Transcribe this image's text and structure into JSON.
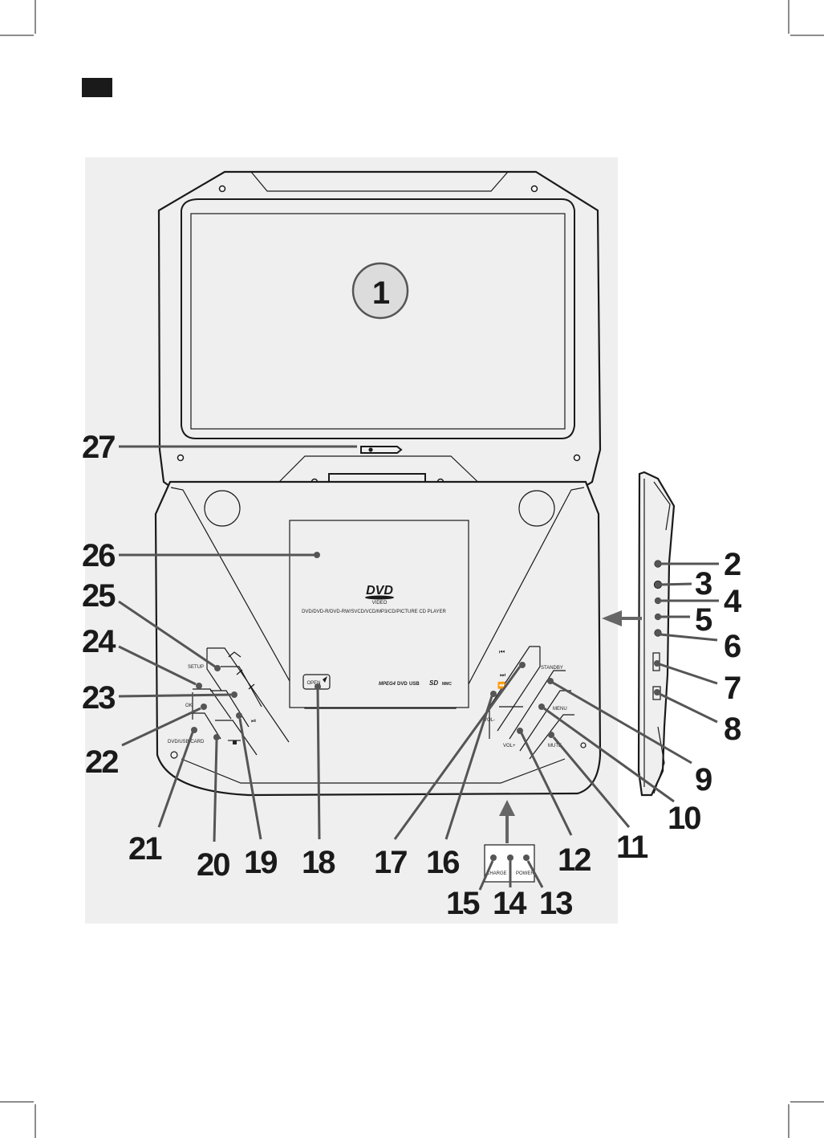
{
  "screen_label": "1",
  "disc_logo": {
    "main": "DVD",
    "sub": "VIDEO"
  },
  "formats_text": "DVD/DVD-R/DVD-RW/SVCD/VCD/MP3/CD/PICTURE CD PLAYER",
  "format_logos": [
    "MPEG4",
    "DVD",
    "USB",
    "SD",
    "MMC"
  ],
  "buttons": {
    "setup": "SETUP",
    "ok": "OK",
    "dvd_usb_card": "DVD/USB/CARD",
    "open": "OPEN",
    "standby": "STANDBY",
    "menu": "MENU",
    "mute": "MUTE",
    "vol_minus": "VOL-",
    "vol_plus": "VOL+",
    "charge": "CHARGE",
    "power": "POWER"
  },
  "callouts": {
    "c1": "1",
    "c2": "2",
    "c3": "3",
    "c4": "4",
    "c5": "5",
    "c6": "6",
    "c7": "7",
    "c8": "8",
    "c9": "9",
    "c10": "10",
    "c11": "11",
    "c12": "12",
    "c13": "13",
    "c14": "14",
    "c15": "15",
    "c16": "16",
    "c17": "17",
    "c18": "18",
    "c19": "19",
    "c20": "20",
    "c21": "21",
    "c22": "22",
    "c23": "23",
    "c24": "24",
    "c25": "25",
    "c26": "26",
    "c27": "27"
  },
  "colors": {
    "body": "#efefef",
    "outline": "#1a1a1a",
    "leader": "#555555",
    "badge": "#1a1a1a"
  }
}
